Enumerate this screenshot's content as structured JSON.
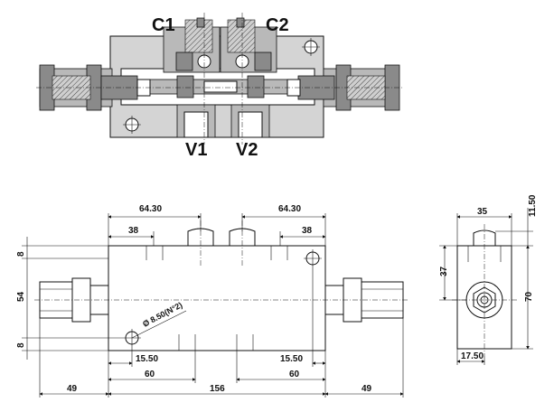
{
  "section_labels": {
    "c1": "C1",
    "c2": "C2",
    "v1": "V1",
    "v2": "V2"
  },
  "dimensions": {
    "top_left_64": "64.30",
    "top_right_64": "64.30",
    "top_left_38": "38",
    "top_right_38": "38",
    "left_8_top": "8",
    "left_54": "54",
    "left_8_bottom": "8",
    "hole_note": "Ø 8.50(N°2)",
    "bottom_left_15": "15.50",
    "bottom_right_15": "15.50",
    "bottom_left_60": "60",
    "bottom_right_60": "60",
    "overall_49_left": "49",
    "overall_156": "156",
    "overall_49_right": "49",
    "side_35": "35",
    "side_11": "11.50",
    "side_37": "37",
    "side_70": "70",
    "side_17": "17.50"
  }
}
